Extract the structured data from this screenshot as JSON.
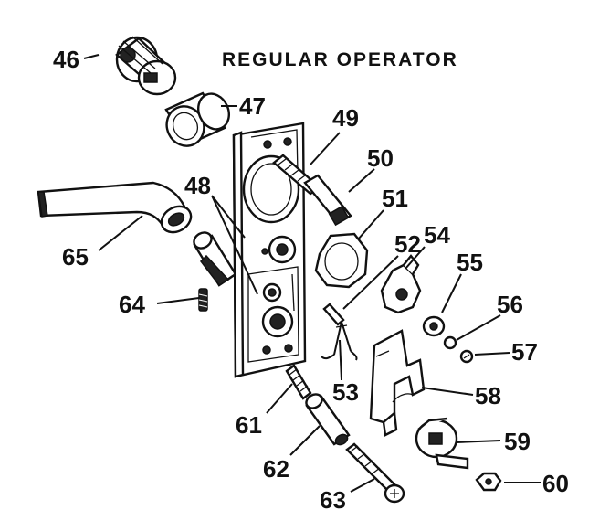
{
  "title": "REGULAR OPERATOR",
  "callouts": [
    "46",
    "47",
    "48",
    "49",
    "50",
    "51",
    "52",
    "53",
    "54",
    "55",
    "56",
    "57",
    "58",
    "59",
    "60",
    "61",
    "62",
    "63",
    "64",
    "65"
  ]
}
